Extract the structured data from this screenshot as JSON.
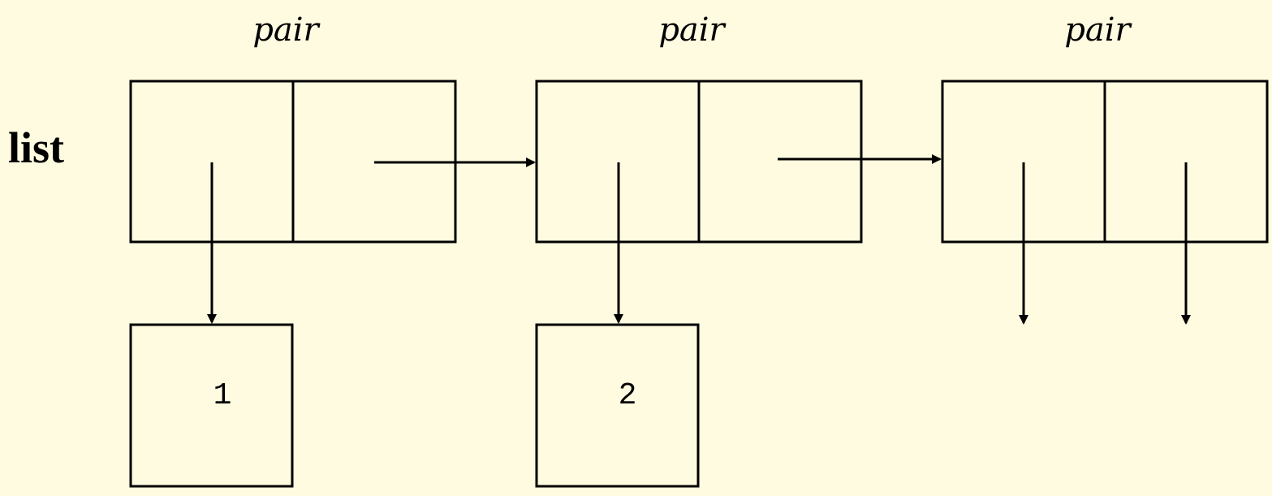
{
  "diagram": {
    "list_label": "list",
    "pairs": [
      {
        "label": "pair",
        "head": "1",
        "tail": "next"
      },
      {
        "label": "pair",
        "head": "2",
        "tail": "next"
      },
      {
        "label": "pair",
        "head": "",
        "tail": ""
      }
    ],
    "values": [
      "1",
      "2"
    ],
    "colors": {
      "background": "#fffbe0",
      "stroke": "#000000"
    }
  }
}
